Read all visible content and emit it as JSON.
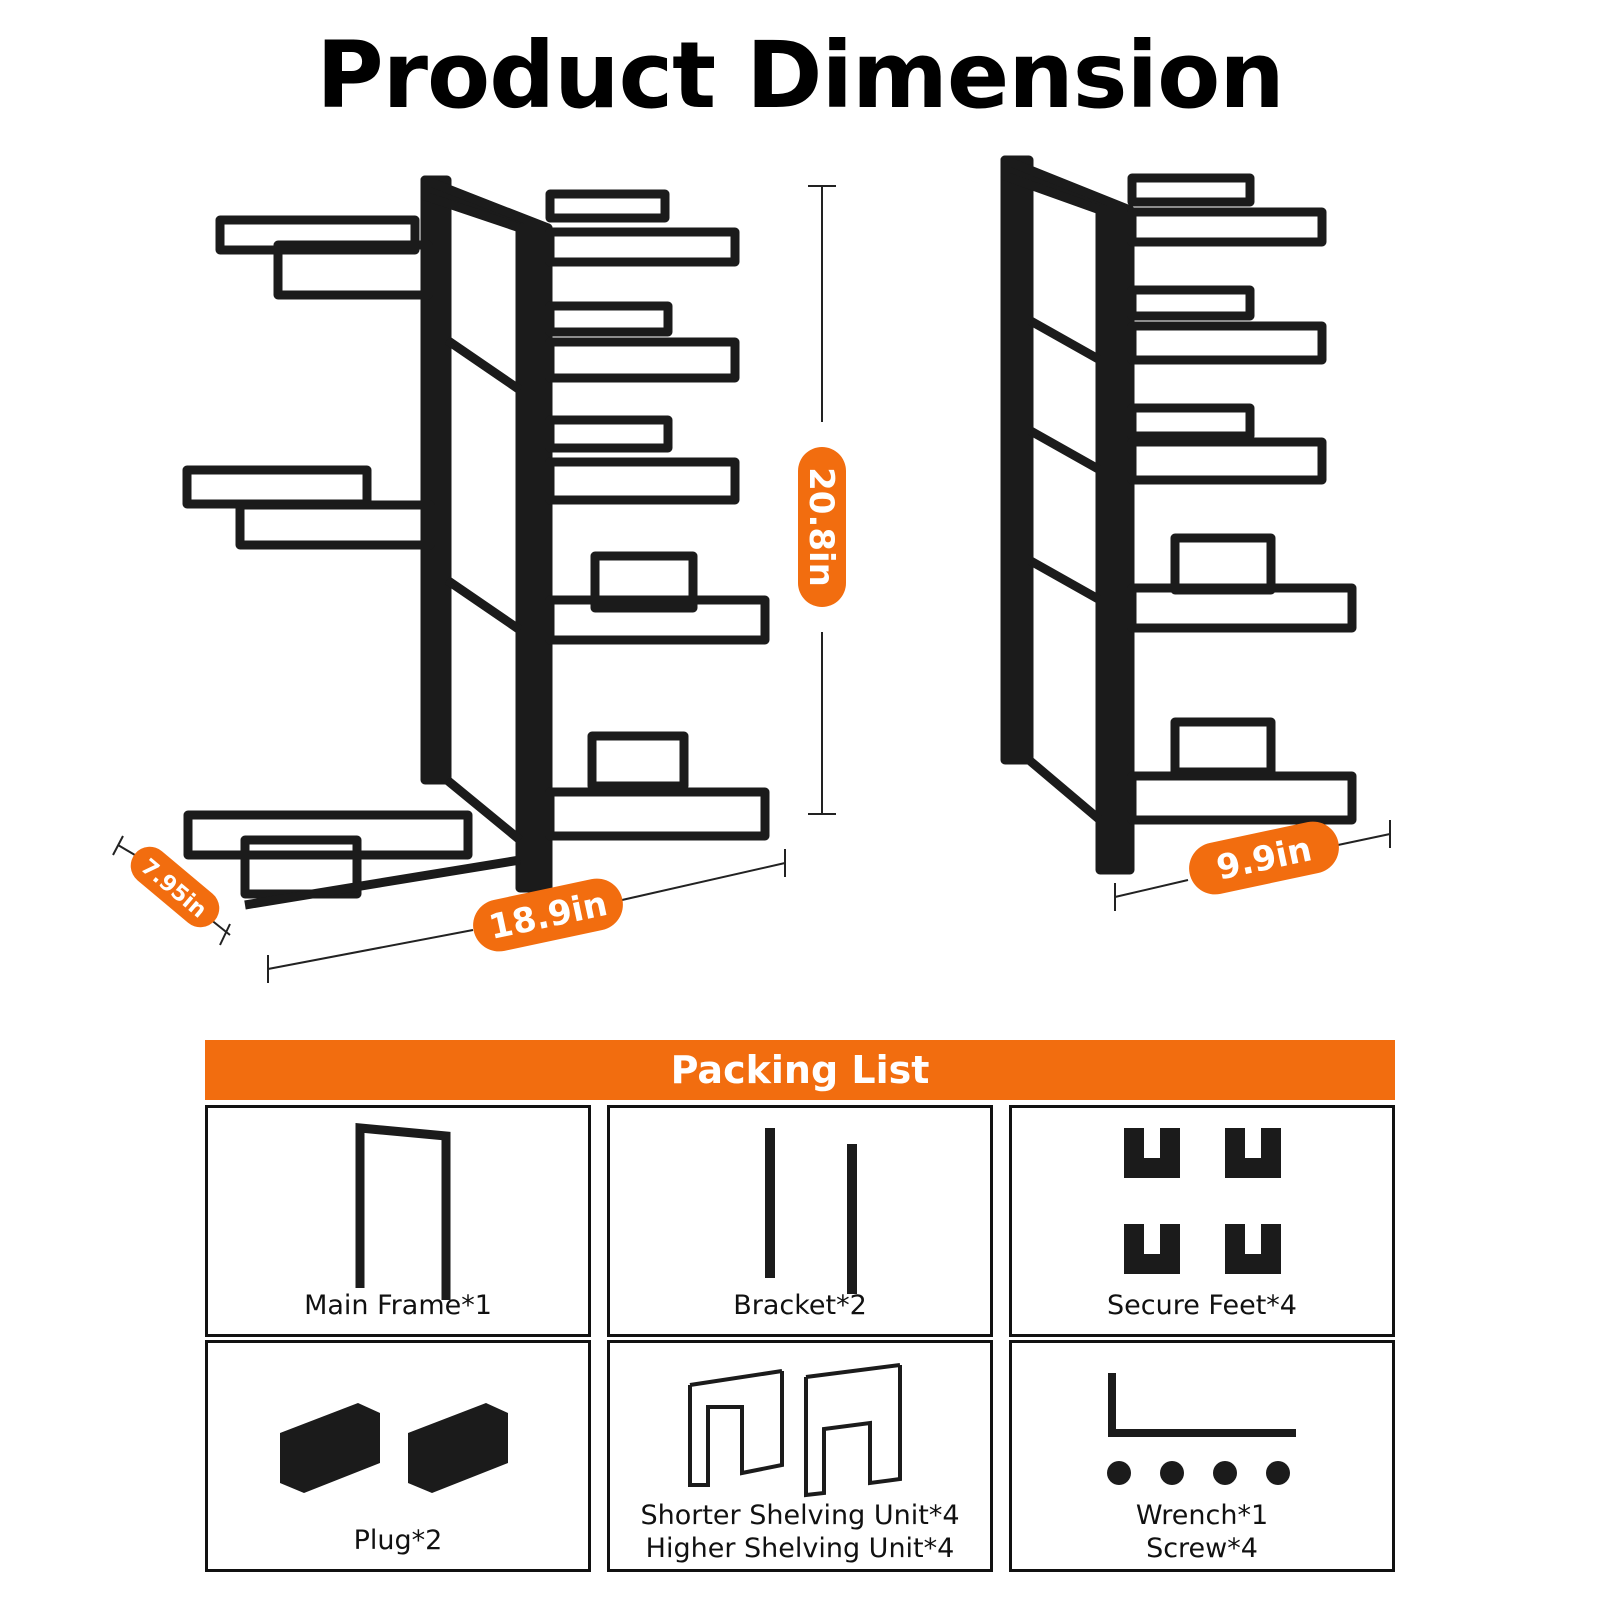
{
  "title": "Product Dimension",
  "accent_color": "#f26d0f",
  "product_color": "#1b1b1b",
  "dimensions": {
    "height": "20.8in",
    "depth": "7.95in",
    "width": "18.9in",
    "side_width": "9.9in"
  },
  "packing_list": {
    "title": "Packing List",
    "items": [
      {
        "icon": "main-frame-icon",
        "label": "Main Frame*1"
      },
      {
        "icon": "bracket-icon",
        "label": "Bracket*2"
      },
      {
        "icon": "secure-feet-icon",
        "label": "Secure Feet*4"
      },
      {
        "icon": "plug-icon",
        "label": "Plug*2"
      },
      {
        "icon": "shelving-unit-icon",
        "label": "Shorter Shelving Unit*4",
        "label2": "Higher Shelving Unit*4"
      },
      {
        "icon": "wrench-screw-icon",
        "label": "Wrench*1",
        "label2": "Screw*4"
      }
    ]
  }
}
